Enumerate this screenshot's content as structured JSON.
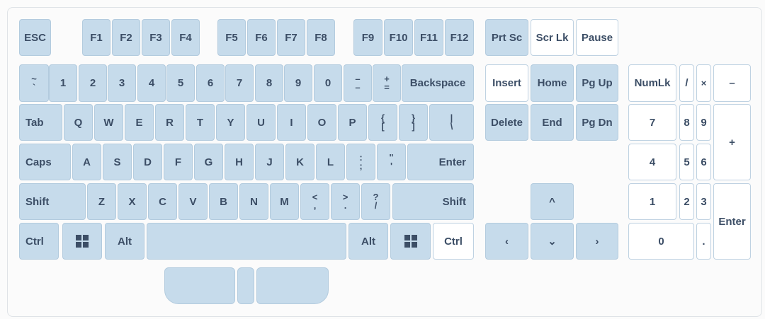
{
  "function_row": {
    "esc": "ESC",
    "f": [
      "F1",
      "F2",
      "F3",
      "F4",
      "F5",
      "F6",
      "F7",
      "F8",
      "F9",
      "F10",
      "F11",
      "F12"
    ],
    "prtsc": "Prt Sc",
    "scrlk": "Scr Lk",
    "pause": "Pause"
  },
  "number_row": {
    "tilde": [
      "~",
      "`"
    ],
    "digits": [
      "1",
      "2",
      "3",
      "4",
      "5",
      "6",
      "7",
      "8",
      "9",
      "0"
    ],
    "minus": [
      "–",
      "–"
    ],
    "plus": [
      "+",
      "="
    ],
    "backspace": "Backspace"
  },
  "q_row": {
    "tab": "Tab",
    "letters": [
      "Q",
      "W",
      "E",
      "R",
      "T",
      "Y",
      "U",
      "I",
      "O",
      "P"
    ],
    "lbrace": [
      "{",
      "["
    ],
    "rbrace": [
      "}",
      "]"
    ],
    "pipe": [
      "|",
      "\\"
    ]
  },
  "a_row": {
    "caps": "Caps",
    "letters": [
      "A",
      "S",
      "D",
      "F",
      "G",
      "H",
      "J",
      "K",
      "L"
    ],
    "colon": [
      ":",
      ";"
    ],
    "quote": [
      "\"",
      "'"
    ],
    "enter": "Enter"
  },
  "z_row": {
    "lshift": "Shift",
    "letters": [
      "Z",
      "X",
      "C",
      "V",
      "B",
      "N",
      "M"
    ],
    "lt": [
      "<",
      ","
    ],
    "gt": [
      ">",
      "."
    ],
    "question": [
      "?",
      "/"
    ],
    "rshift": "Shift"
  },
  "bottom_row": {
    "lctrl": "Ctrl",
    "lalt": "Alt",
    "ralt": "Alt",
    "rctrl": "Ctrl"
  },
  "nav": {
    "insert": "Insert",
    "home": "Home",
    "pgup": "Pg Up",
    "delete": "Delete",
    "end": "End",
    "pgdn": "Pg Dn"
  },
  "arrows": {
    "up": "^",
    "left": "‹",
    "down": "⌄",
    "right": "›"
  },
  "numpad": {
    "numlk": "NumLk",
    "div": "/",
    "mul": "×",
    "sub": "–",
    "add": "+",
    "n7": "7",
    "n8": "8",
    "n9": "9",
    "n4": "4",
    "n5": "5",
    "n6": "6",
    "n1": "1",
    "n2": "2",
    "n3": "3",
    "n0": "0",
    "dot": ".",
    "enter": "Enter"
  },
  "colors": {
    "key_fill": "#c6dbeb",
    "key_white": "#ffffff",
    "text": "#3c4e66"
  }
}
